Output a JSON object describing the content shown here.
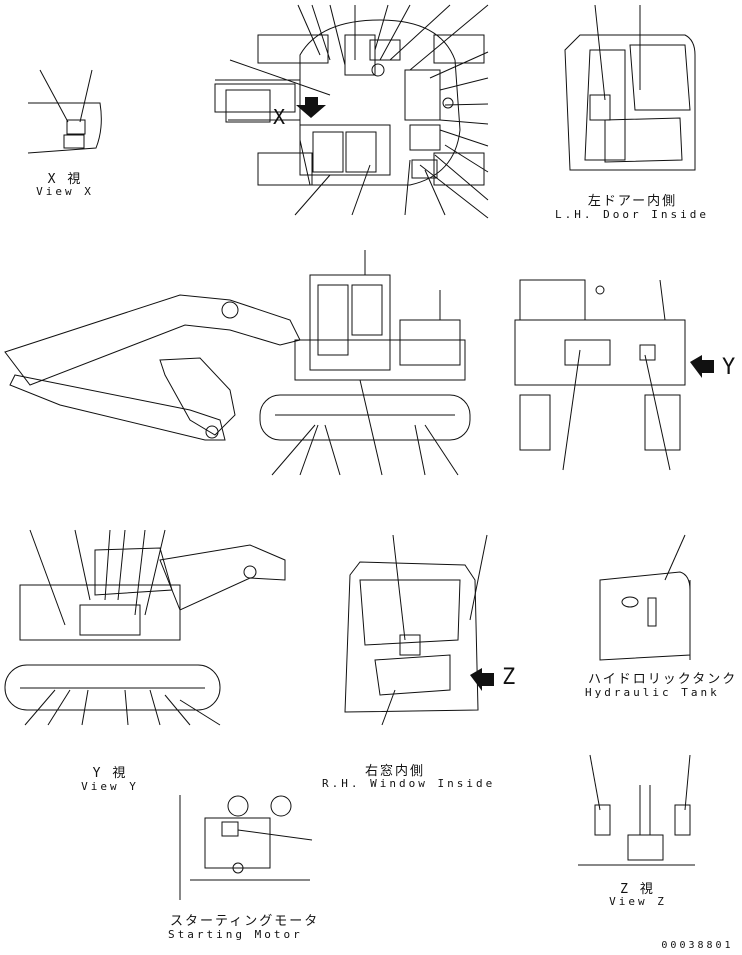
{
  "views": {
    "view_x": {
      "jp": "X 視",
      "en": "View X"
    },
    "lh_door": {
      "jp": "左ドアー内側",
      "en": "L.H. Door Inside"
    },
    "view_y": {
      "jp": "Y 視",
      "en": "View Y"
    },
    "rh_window": {
      "jp": "右窓内側",
      "en": "R.H. Window Inside"
    },
    "hydraulic_tank": {
      "jp": "ハイドロリックタンク",
      "en": "Hydraulic Tank"
    },
    "starting_motor": {
      "jp": "スターティングモータ",
      "en": "Starting Motor"
    },
    "view_z": {
      "jp": "Z 視",
      "en": "View Z"
    }
  },
  "markers": {
    "x": "X",
    "y": "Y",
    "z": "Z"
  },
  "drawing_number": "00038801"
}
